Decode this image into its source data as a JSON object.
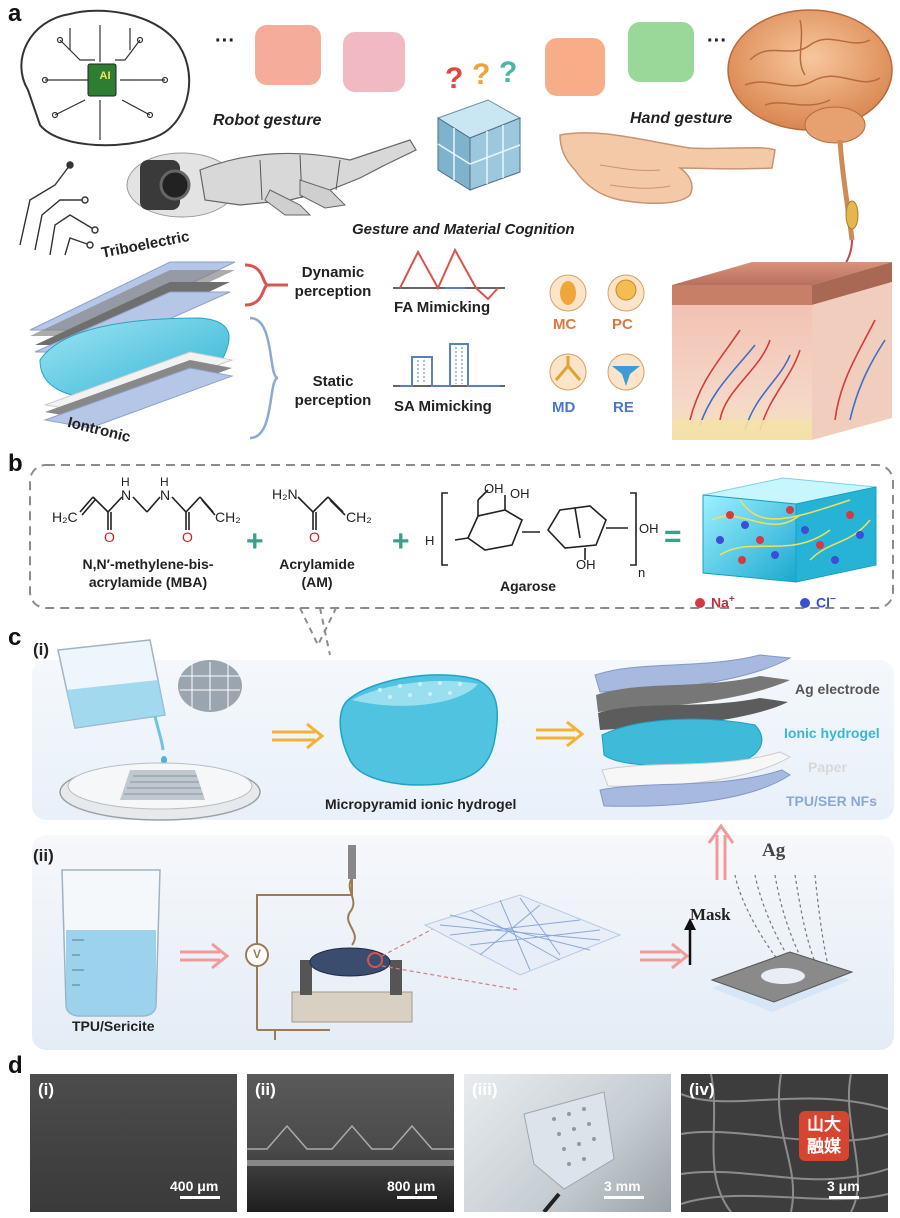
{
  "panels": {
    "a": {
      "letter": "a",
      "robot_gesture": "Robot gesture",
      "hand_gesture": "Hand gesture",
      "ellipsis": "···",
      "question_marks": [
        "?",
        "?",
        "?"
      ],
      "center_caption": "Gesture and Material Cognition",
      "chip_text": "AI",
      "layer_top": "Triboelectric",
      "layer_bottom": "Iontronic",
      "dynamic": "Dynamic\nperception",
      "static": "Static\nperception",
      "fa": "FA Mimicking",
      "sa": "SA Mimicking",
      "receptors": [
        "MC",
        "PC",
        "MD",
        "RE"
      ],
      "colors": {
        "red_accent": "#d9534f",
        "blue_accent": "#5b7fc4",
        "receptor_orange": "#e1763c",
        "receptor_blue": "#4a78c8"
      }
    },
    "b": {
      "letter": "b",
      "mba_name": "N,N′-methylene-bis-\nacrylamide (MBA)",
      "am_name": "Acrylamide\n(AM)",
      "agarose_name": "Agarose",
      "plus": "+",
      "equals": "=",
      "na_label": "Na",
      "na_sup": "+",
      "cl_label": "Cl",
      "cl_sup": "−",
      "atoms": {
        "h2c": "H₂C",
        "ch2": "CH₂",
        "h2n": "H₂N",
        "n": "N",
        "h": "H",
        "o": "O",
        "oh": "OH",
        "n_sub": "n",
        "hh": "H"
      }
    },
    "c": {
      "letter": "c",
      "sub_i": "(i)",
      "sub_ii": "(ii)",
      "hydrogel_caption": "Micropyramid ionic hydrogel",
      "layers": [
        "Ag electrode",
        "Ionic hydrogel",
        "Paper",
        "TPU/SER NFs"
      ],
      "layer_colors": [
        "#555555",
        "#3bb6d6",
        "#e6e6e6",
        "#8aa7d8"
      ],
      "tpu_caption": "TPU/Sericite",
      "mask": "Mask",
      "ag": "Ag",
      "voltage_symbol": "V"
    },
    "d": {
      "letter": "d",
      "images": [
        {
          "label": "(i)",
          "scale": "400 μm"
        },
        {
          "label": "(ii)",
          "scale": "800 μm"
        },
        {
          "label": "(iii)",
          "scale": "3 mm"
        },
        {
          "label": "(iv)",
          "scale": "3 μm"
        }
      ],
      "watermark": [
        "山大",
        "融媒"
      ]
    }
  }
}
